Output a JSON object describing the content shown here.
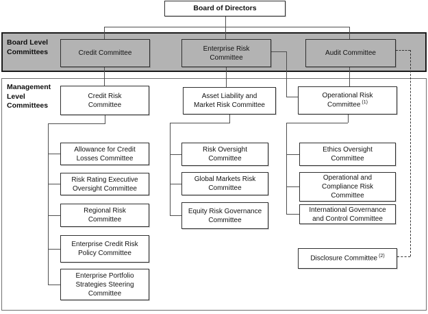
{
  "colors": {
    "band_fill": "#b3b3b3",
    "band_border": "#1a1a1a",
    "box_border": "#2e2e2e",
    "connector_line": "#4d4d4d",
    "management_border": "#6e6e6e"
  },
  "root": {
    "title": "Board of Directors"
  },
  "band_label": {
    "line1": "Board Level",
    "line2": "Committees"
  },
  "mgmt_label": {
    "line1": "Management",
    "line2": "Level",
    "line3": "Committees"
  },
  "board": {
    "credit": {
      "l1": "Credit Committee"
    },
    "enterprise": {
      "l1": "Enterprise Risk",
      "l2": "Committee"
    },
    "audit": {
      "l1": "Audit Committee"
    }
  },
  "mgmt": {
    "credit_risk": {
      "l1": "Credit Risk",
      "l2": "Committee"
    },
    "allowance": {
      "l1": "Allowance for Credit",
      "l2": "Losses Committee"
    },
    "risk_rating": {
      "l1": "Risk Rating Executive",
      "l2": "Oversight Committee"
    },
    "regional": {
      "l1": "Regional Risk",
      "l2": "Committee"
    },
    "ecr_policy": {
      "l1": "Enterprise Credit Risk",
      "l2": "Policy Committee"
    },
    "ep_steering": {
      "l1": "Enterprise Portfolio",
      "l2": "Strategies Steering",
      "l3": "Committee"
    },
    "asset_liability": {
      "l1": "Asset Liability and",
      "l2": "Market Risk Committee"
    },
    "risk_oversight": {
      "l1": "Risk Oversight",
      "l2": "Committee"
    },
    "global_markets": {
      "l1": "Global Markets Risk",
      "l2": "Committee"
    },
    "equity": {
      "l1": "Equity Risk Governance",
      "l2": "Committee"
    },
    "operational_risk": {
      "l1": "Operational Risk",
      "l2": "Committee",
      "sup": "(1)"
    },
    "ethics": {
      "l1": "Ethics Oversight",
      "l2": "Committee"
    },
    "op_compliance": {
      "l1": "Operational and",
      "l2": "Compliance Risk",
      "l3": "Committee"
    },
    "intl_governance": {
      "l1": "International Governance",
      "l2": "and Control Committee"
    },
    "disclosure": {
      "l1": "Disclosure Committee",
      "sup": "(2)"
    }
  }
}
